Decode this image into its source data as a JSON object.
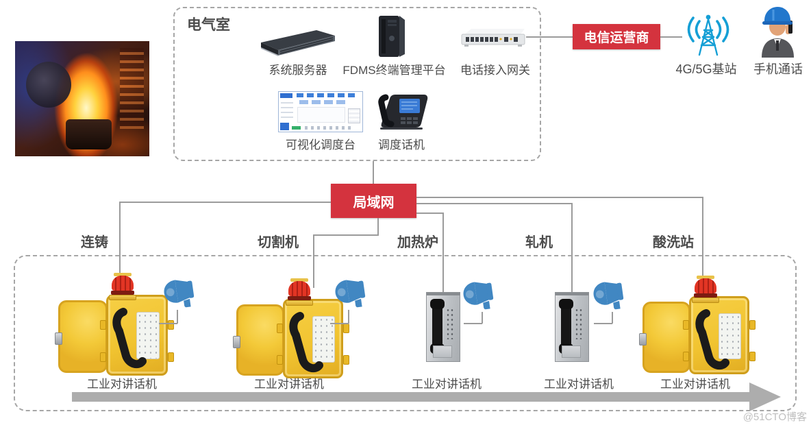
{
  "electrical_room": {
    "title": "电气室",
    "server_label": "系统服务器",
    "fdms_label": "FDMS终端管理平台",
    "gateway_label": "电话接入网关",
    "console_label": "可视化调度台",
    "dispatch_phone_label": "调度话机"
  },
  "telecom": {
    "operator": "电信运营商",
    "base_station": "4G/5G基站",
    "mobile_call": "手机通话"
  },
  "network": {
    "lan": "局域网"
  },
  "stations": [
    {
      "name": "连铸",
      "device": "工业对讲话机"
    },
    {
      "name": "切割机",
      "device": "工业对讲话机"
    },
    {
      "name": "加热炉",
      "device": "工业对讲话机"
    },
    {
      "name": "轧机",
      "device": "工业对讲话机"
    },
    {
      "name": "酸洗站",
      "device": "工业对讲话机"
    }
  ],
  "watermark": "@51CTO博客",
  "colors": {
    "accent_red": "#d4333e",
    "line_gray": "#9b9b9b",
    "speaker_blue": "#4187c2",
    "tower_blue": "#159fd5",
    "phone_yellow": "#f1c431",
    "arrow_gray": "#adadad",
    "text_dark": "#4c4c4c"
  }
}
